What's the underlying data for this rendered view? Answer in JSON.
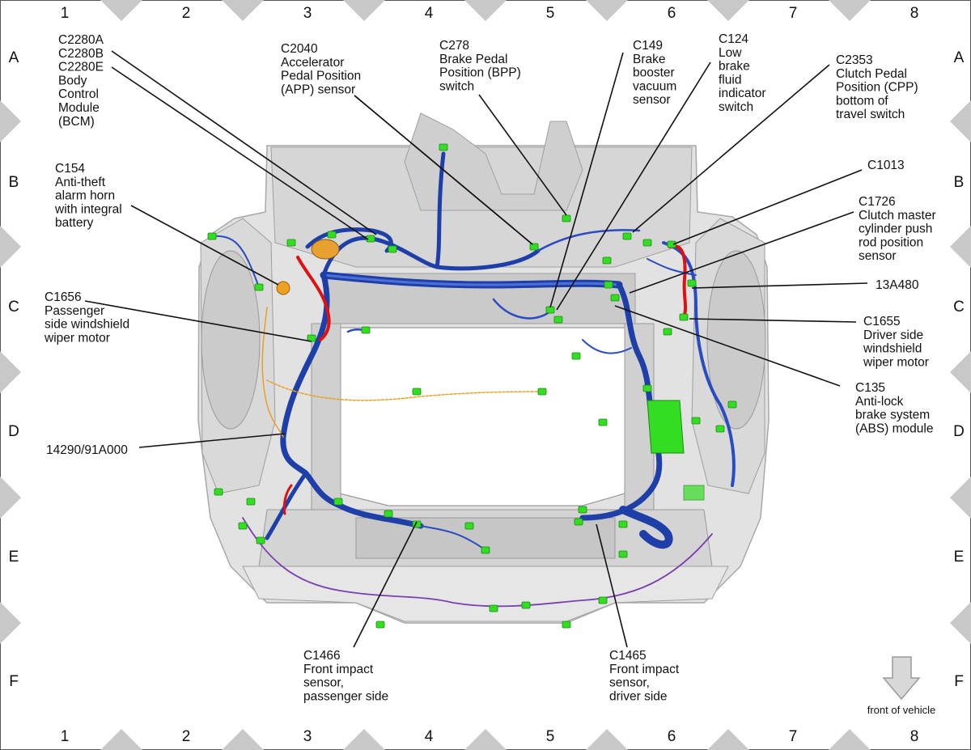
{
  "grid": {
    "columns": [
      "1",
      "2",
      "3",
      "4",
      "5",
      "6",
      "7",
      "8"
    ],
    "rows": [
      "A",
      "B",
      "C",
      "D",
      "E",
      "F"
    ]
  },
  "callouts": [
    {
      "id": "c2280",
      "lines": [
        "C2280A",
        "C2280B",
        "C2280E",
        "Body",
        "Control",
        "Module",
        "(BCM)"
      ]
    },
    {
      "id": "c2040",
      "lines": [
        "C2040",
        "Accelerator",
        "Pedal Position",
        "(APP) sensor"
      ]
    },
    {
      "id": "c278",
      "lines": [
        "C278",
        "Brake Pedal",
        "Position (BPP)",
        "switch"
      ]
    },
    {
      "id": "c149",
      "lines": [
        "C149",
        "Brake",
        "booster",
        "vacuum",
        "sensor"
      ]
    },
    {
      "id": "c124",
      "lines": [
        "C124",
        "Low",
        "brake",
        "fluid",
        "indicator",
        "switch"
      ]
    },
    {
      "id": "c2353",
      "lines": [
        "C2353",
        "Clutch Pedal",
        "Position (CPP)",
        "bottom of",
        "travel switch"
      ]
    },
    {
      "id": "c154",
      "lines": [
        "C154",
        "Anti-theft",
        "alarm horn",
        "with integral",
        "battery"
      ]
    },
    {
      "id": "c1013",
      "lines": [
        "C1013"
      ]
    },
    {
      "id": "c1726",
      "lines": [
        "C1726",
        "Clutch master",
        "cylinder push",
        "rod position",
        "sensor"
      ]
    },
    {
      "id": "c1656",
      "lines": [
        "C1656",
        "Passenger",
        "side windshield",
        "wiper motor"
      ]
    },
    {
      "id": "13a480",
      "lines": [
        "13A480"
      ]
    },
    {
      "id": "c1655",
      "lines": [
        "C1655",
        "Driver side",
        "windshield",
        "wiper motor"
      ]
    },
    {
      "id": "c135",
      "lines": [
        "C135",
        "Anti-lock",
        "brake system",
        "(ABS) module"
      ]
    },
    {
      "id": "14290",
      "lines": [
        "14290/91A000"
      ]
    },
    {
      "id": "c1466",
      "lines": [
        "C1466",
        "Front impact",
        "sensor,",
        "passenger side"
      ]
    },
    {
      "id": "c1465",
      "lines": [
        "C1465",
        "Front impact",
        "sensor,",
        "driver side"
      ]
    }
  ],
  "front_of_vehicle_label": "front of vehicle",
  "colors": {
    "harness_main": "#1f3fa8",
    "harness_dark": "#0f2a7a",
    "connector": "#33dd22",
    "red_wire": "#e01010",
    "orange_wire": "#e8a020",
    "purple_wire": "#7a3fb0",
    "chassis": "#d2d2d2",
    "chassis_edge": "#a8a8a8",
    "grid_marker": "#c8c8c8"
  }
}
